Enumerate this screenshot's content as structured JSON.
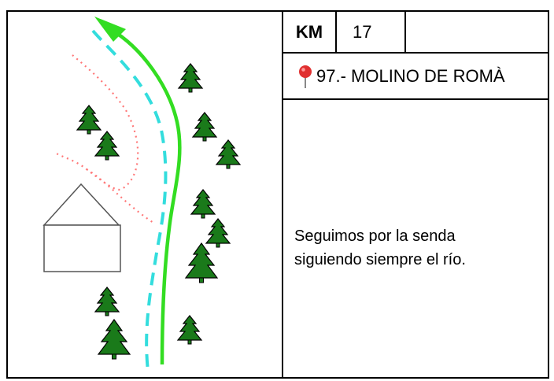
{
  "km": {
    "label": "KM",
    "value": "17"
  },
  "location": {
    "icon": "map-pin-icon",
    "name": "97.- MOLINO DE ROMÀ"
  },
  "description": {
    "line1": "Seguimos por la senda",
    "line2": "siguiendo siempre el río."
  },
  "colors": {
    "route": "#33dd22",
    "river": "#33dddd",
    "path": "#ff7777",
    "tree": "#1a7a1a",
    "pin": "#e03030"
  }
}
